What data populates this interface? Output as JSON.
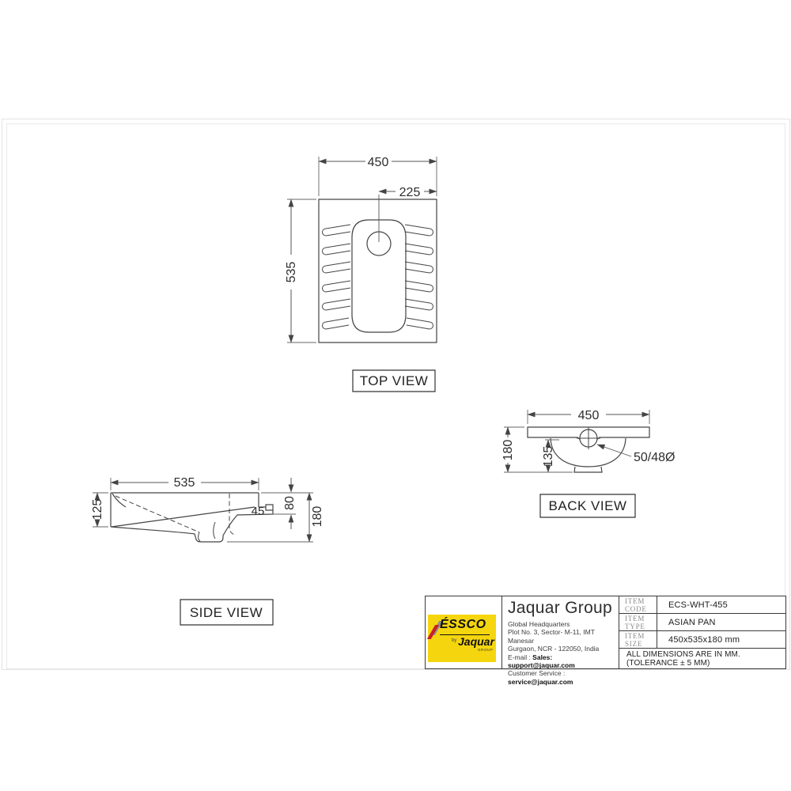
{
  "views": {
    "top": {
      "label": "TOP VIEW",
      "dims": {
        "width": "450",
        "hole_offset": "225",
        "depth": "535"
      }
    },
    "back": {
      "label": "BACK VIEW",
      "dims": {
        "width": "450",
        "height": "180",
        "bowl_depth": "135",
        "outlet_dia": "50/48Ø"
      }
    },
    "side": {
      "label": "SIDE VIEW",
      "dims": {
        "length": "535",
        "front_height": "125",
        "inlet": "45",
        "rear_height": "80",
        "total_height": "180"
      }
    }
  },
  "title_block": {
    "logo": {
      "brand": "ÉSSCO",
      "by": "by",
      "group_brand": "Jaquar",
      "group_tag": "GROUP",
      "bg_color": "#F5D60E",
      "stripe_red": "#C8202B",
      "stripe_gray": "#8D9091"
    },
    "company_name": "Jaquar Group",
    "address": [
      "Global Headquarters",
      "Plot No. 3, Sector- M-11, IMT Manesar",
      "Gurgaon, NCR - 122050, India"
    ],
    "email_label": "E-mail : ",
    "email": "Sales: support@jaquar.com",
    "service_label": "Customer Service : ",
    "service_email": "service@jaquar.com",
    "fields": [
      {
        "label": "ITEM CODE",
        "value": "ECS-WHT-455"
      },
      {
        "label": "ITEM TYPE",
        "value": "ASIAN PAN"
      },
      {
        "label": "ITEM SIZE",
        "value": "450x535x180 mm"
      }
    ],
    "note": "ALL DIMENSIONS ARE IN MM. (TOLERANCE ± 5 MM)"
  }
}
